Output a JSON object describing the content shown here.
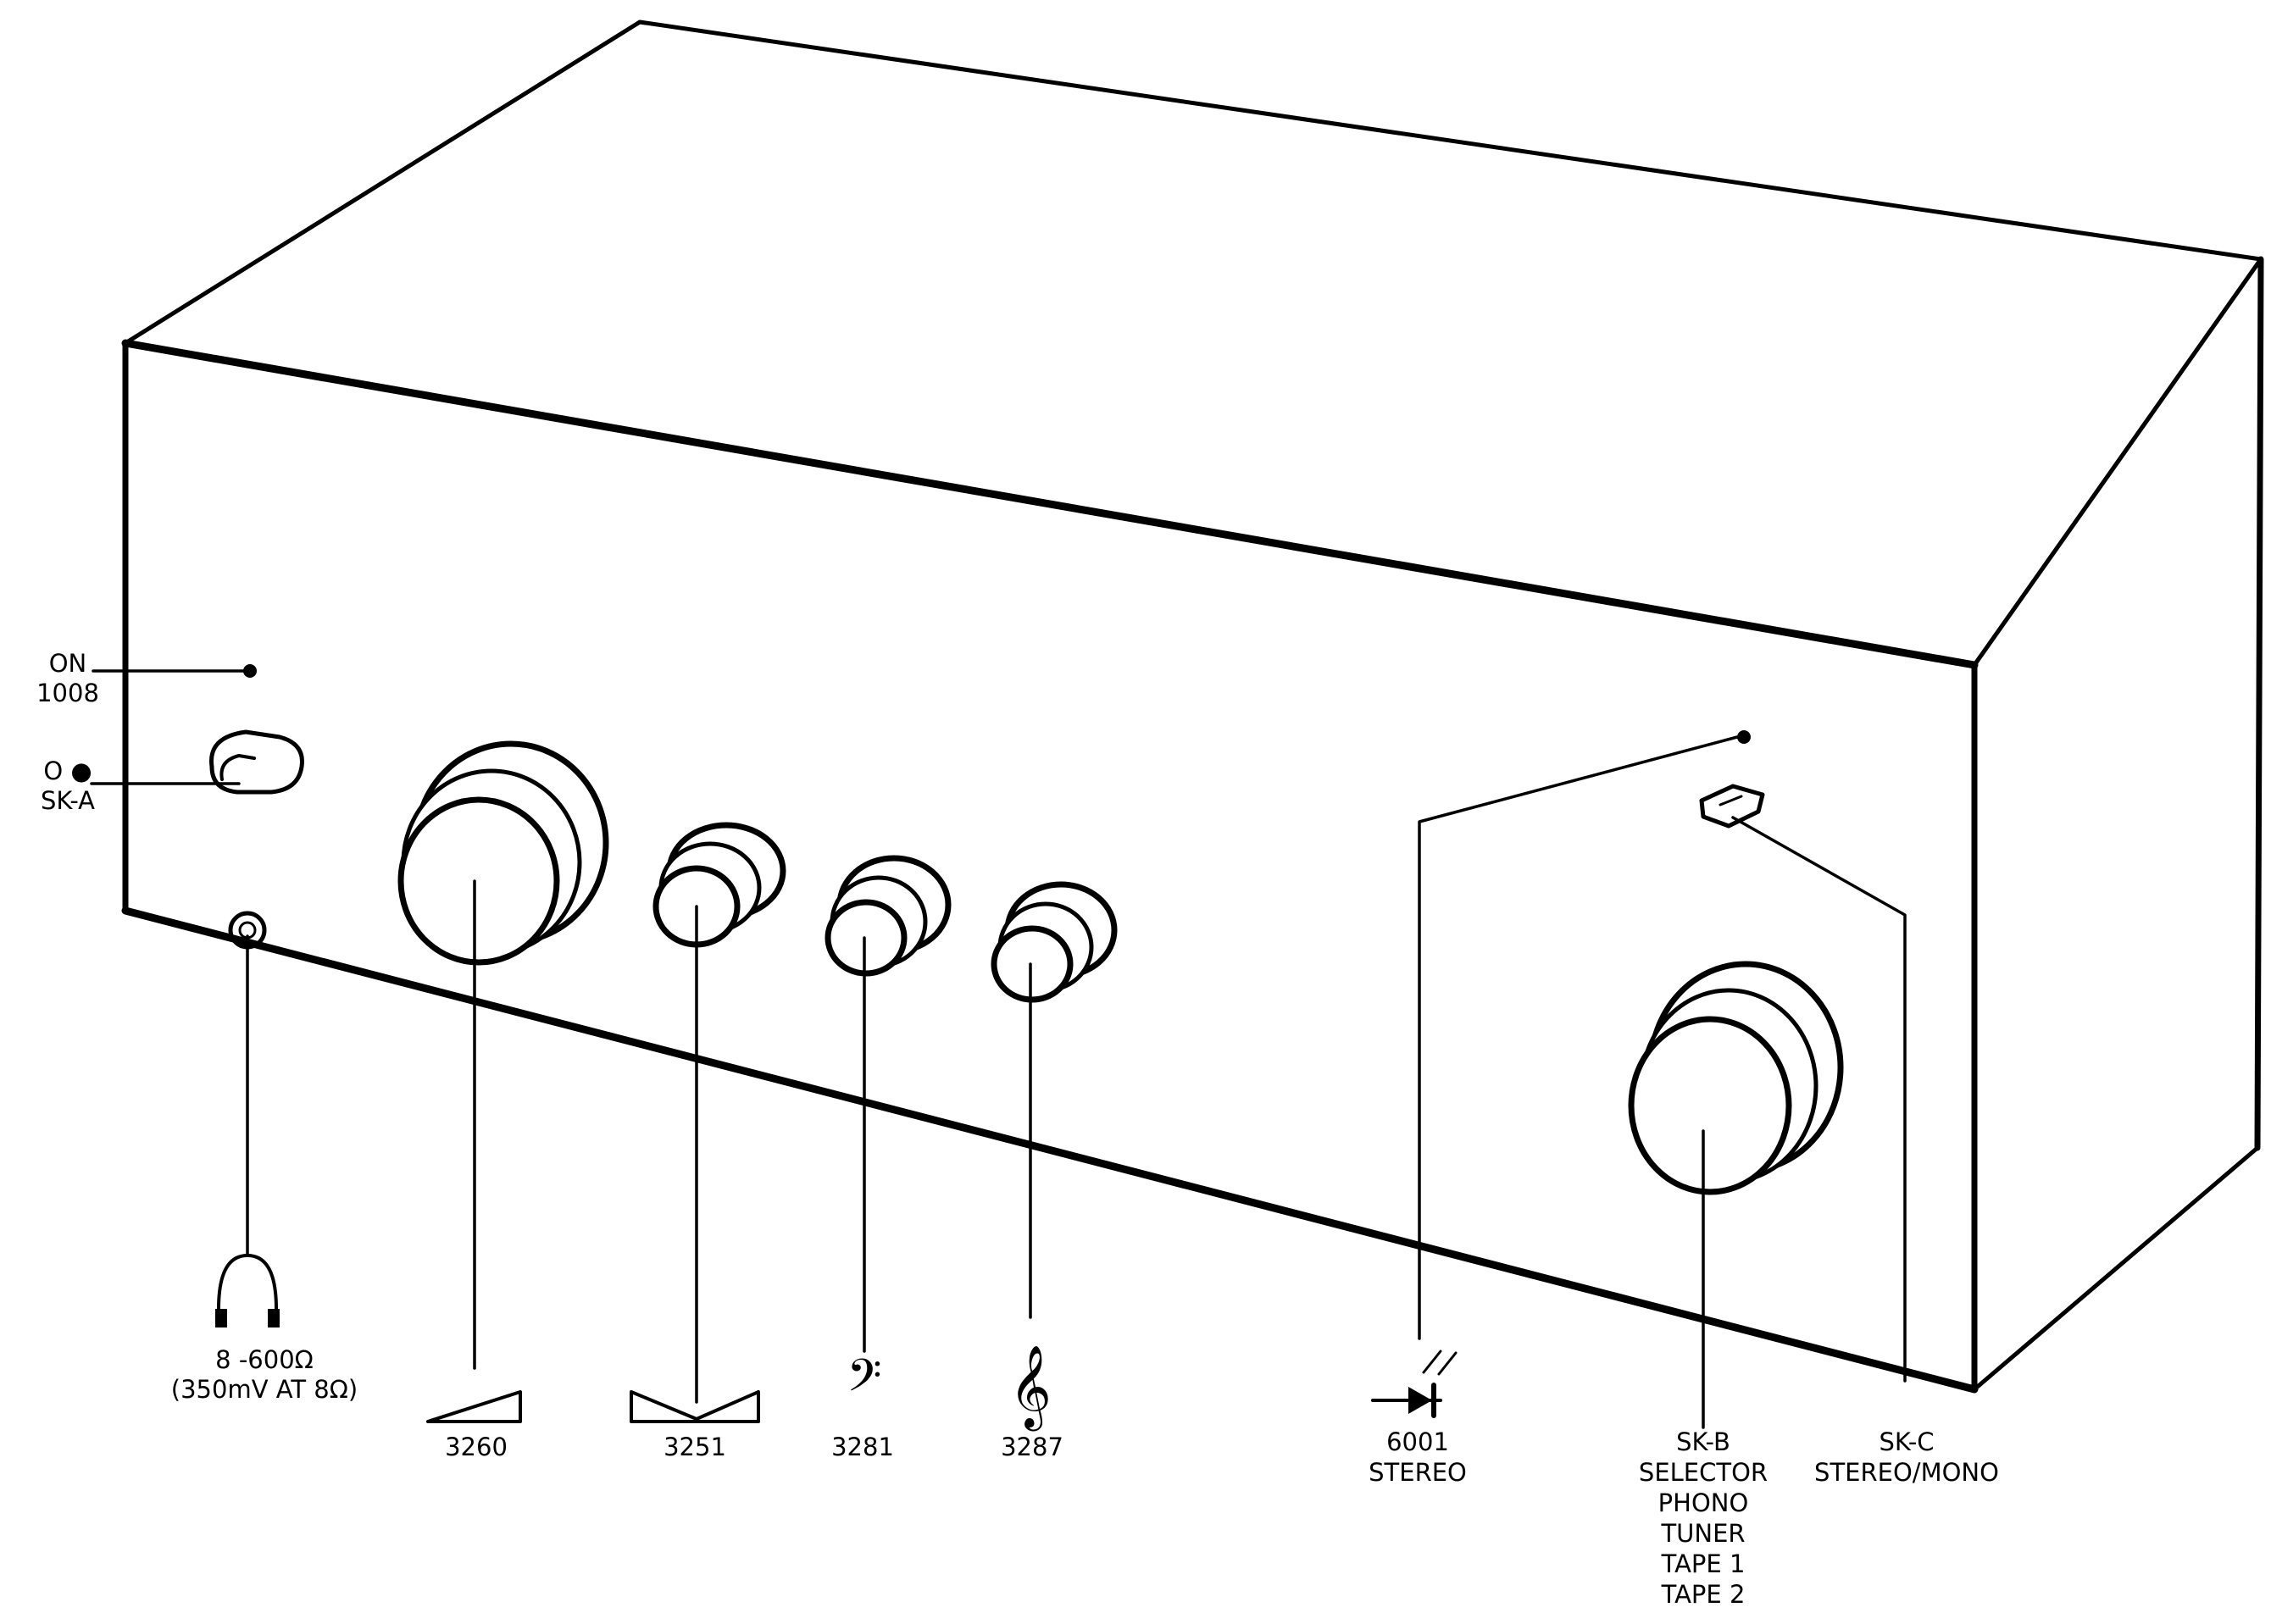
{
  "colors": {
    "ink": "#000000",
    "paper": "#ffffff"
  },
  "labels": {
    "power_indicator": [
      "ON",
      "1008"
    ],
    "power_switch": [
      "O ●",
      "SK-A"
    ],
    "headphone": [
      "8 -600Ω",
      "(350mV AT 8Ω)"
    ],
    "volume": "3260",
    "balance": "3251",
    "bass": "3281",
    "treble": "3287",
    "stereo_led": [
      "6001",
      "STEREO"
    ],
    "selector": [
      "SK-B",
      "SELECTOR",
      "PHONO",
      "TUNER",
      "TAPE 1",
      "TAPE 2"
    ],
    "mode_switch": [
      "SK-C",
      "STEREO/MONO"
    ]
  },
  "icons": {
    "power_switch": "toggle-switch-icon",
    "headphone": "headphones-icon",
    "volume": "volume-wedge-icon",
    "balance": "balance-icon",
    "bass": "bass-clef-icon",
    "treble": "treble-clef-icon",
    "stereo_led": "led-diode-icon",
    "mode_switch": "rocker-switch-icon"
  }
}
